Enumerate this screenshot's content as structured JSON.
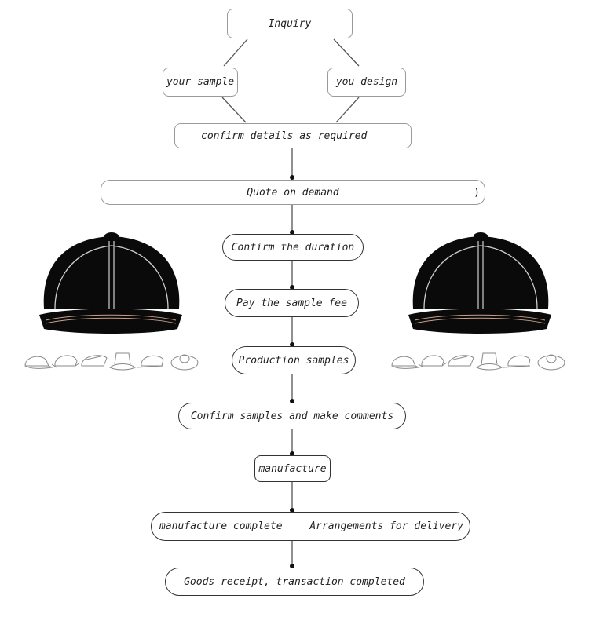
{
  "flow": {
    "inquiry": "Inquiry",
    "your_sample": "your sample",
    "you_design": "you design",
    "confirm_details": "confirm details as required",
    "quote": "Quote on demand",
    "quote_paren": ")",
    "confirm_duration": "Confirm the duration",
    "pay_fee": "Pay the sample fee",
    "production_samples": "Production samples",
    "confirm_samples": "Confirm samples and make comments",
    "manufacture": "manufacture",
    "manufacture_complete": "manufacture complete",
    "arrangements": "Arrangements for delivery",
    "goods_receipt": "Goods receipt, transaction completed"
  },
  "illustrations": {
    "left_cap": "snapback-cap-icon",
    "right_cap": "snapback-cap-icon",
    "hat_styles": [
      "baseball-cap-icon",
      "trucker-cap-icon",
      "flat-cap-icon",
      "bucket-hat-icon",
      "dad-cap-icon",
      "wide-brim-hat-icon"
    ],
    "cap_color": "#0a0a0a",
    "stitch_color": "#cfcfcf"
  }
}
